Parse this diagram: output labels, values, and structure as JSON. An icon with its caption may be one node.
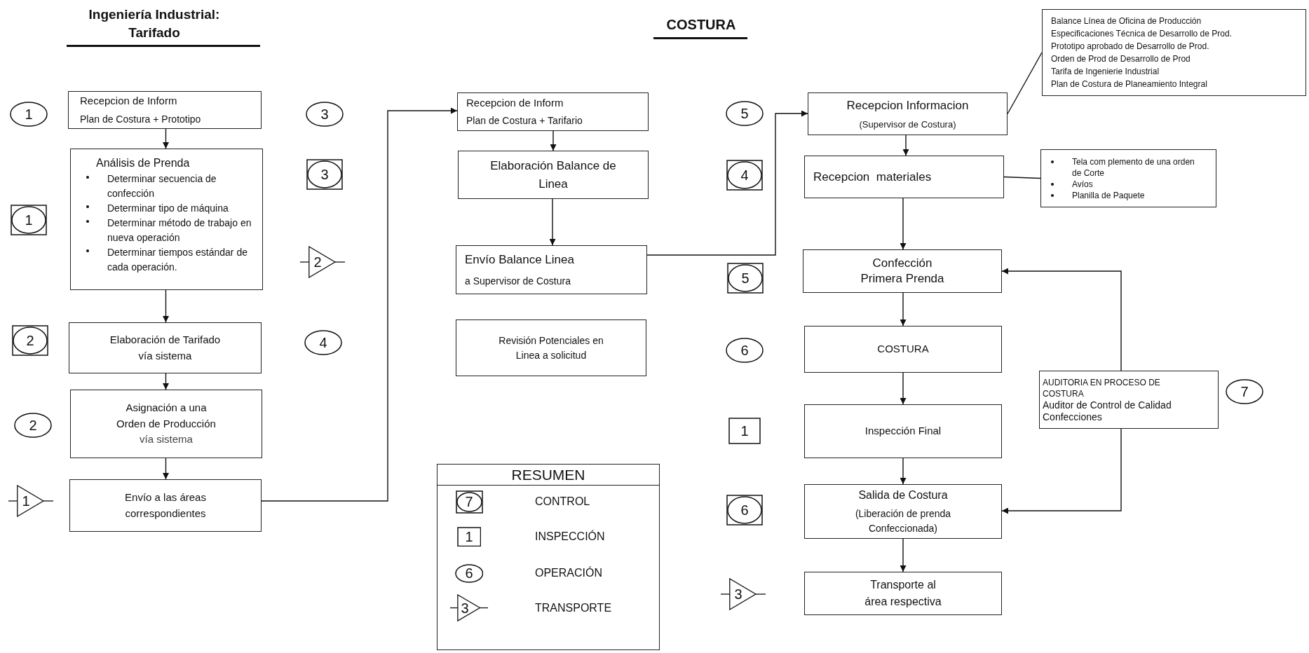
{
  "diagram": {
    "nodes": [
      {
        "text": [
          "Recepcion de Inform",
          "Plan de Costura + Prototipo"
        ]
      },
      {
        "text": [
          "Análisis de Prenda",
          "Determinar secuencia de confección",
          "Determinar tipo de máquina",
          "Determinar método de trabajo en nueva operación",
          "Determinar tiempos estándar de cada operación."
        ]
      },
      {
        "text": [
          "Elaboración de Tarifado vía sistema"
        ]
      },
      {
        "text": [
          "Asignación a una Orden de Producción",
          "vía sistema"
        ]
      },
      {
        "text": [
          "Envío a las áreas correspondientes"
        ]
      },
      {
        "text": [
          "Recepcion de Inform",
          "Plan de Costura + Tarifario"
        ]
      },
      {
        "text": [
          "Elaboración Balance de Linea"
        ]
      },
      {
        "text": [
          "Envío Balance Linea",
          "a Supervisor de Costura"
        ]
      },
      {
        "text": [
          "Revisión Potenciales en Linea a solicitud"
        ]
      },
      {
        "text": [
          "Balance Línea de Oficina de Producción",
          "Especificaciones Técnica de Desarrollo de Prod.",
          "Prototipo aprobado de Desarrollo de Prod.",
          "Orden de Prod de Desarrollo de Prod",
          "Tarifa de Ingenierie Industrial",
          "Plan de Costura de Planeamiento Integral"
        ]
      },
      {
        "text": [
          "Recepcion Informacion",
          "(Supervisor de Costura)"
        ]
      },
      {
        "text": [
          "Recepcion  materiales"
        ]
      },
      {
        "text": [
          "Tela com plemento de una orden de Corte",
          "Avíos",
          "Planilla de Paquete"
        ]
      },
      {
        "text": [
          "Confección Primera Prenda"
        ]
      },
      {
        "text": [
          "COSTURA"
        ]
      },
      {
        "text": [
          "Inspección Final"
        ]
      },
      {
        "text": [
          "Salida de Costura",
          "(Liberación de prenda Confeccionada)"
        ]
      },
      {
        "text": [
          "Transporte al área respectiva"
        ]
      },
      {
        "text": [
          "AUDITORIA EN PROCESO DE COSTURA",
          "Auditor de Control de Calidad Confecciones"
        ]
      }
    ],
    "edges": [
      {
        "from": 0,
        "to": 1,
        "arrow": "to"
      },
      {
        "from": 1,
        "to": 2,
        "arrow": "to"
      },
      {
        "from": 2,
        "to": 3,
        "arrow": "to"
      },
      {
        "from": 3,
        "to": 4,
        "arrow": "to"
      },
      {
        "from": 4,
        "to": 5,
        "arrow": "to"
      },
      {
        "from": 5,
        "to": 6,
        "arrow": "to"
      },
      {
        "from": 6,
        "to": 7,
        "arrow": "to"
      },
      {
        "from": 7,
        "to": 10,
        "arrow": "to"
      },
      {
        "from": 10,
        "to": 9,
        "arrow": "none"
      },
      {
        "from": 10,
        "to": 11,
        "arrow": "to"
      },
      {
        "from": 11,
        "to": 12,
        "arrow": "none"
      },
      {
        "from": 11,
        "to": 13,
        "arrow": "to"
      },
      {
        "from": 13,
        "to": 14,
        "arrow": "to"
      },
      {
        "from": 14,
        "to": 15,
        "arrow": "to"
      },
      {
        "from": 15,
        "to": 16,
        "arrow": "to"
      },
      {
        "from": 16,
        "to": 17,
        "arrow": "to"
      },
      {
        "from": 18,
        "to": 13,
        "arrow": "to"
      },
      {
        "from": 18,
        "to": 16,
        "arrow": "to"
      }
    ],
    "labels": [
      "Ingeniería Industrial: Tarifado",
      "COSTURA",
      "1",
      "1",
      "2",
      "2",
      "1",
      "3",
      "3",
      "2",
      "4",
      "5",
      "4",
      "5",
      "6",
      "1",
      "6",
      "3",
      "7",
      "RESUMEN",
      "7",
      "1",
      "6",
      "3"
    ],
    "legend": [
      {
        "text": "CONTROL"
      },
      {
        "text": "INSPECCIÓN"
      },
      {
        "text": "OPERACIÓN"
      },
      {
        "text": "TRANSPORTE"
      }
    ]
  }
}
